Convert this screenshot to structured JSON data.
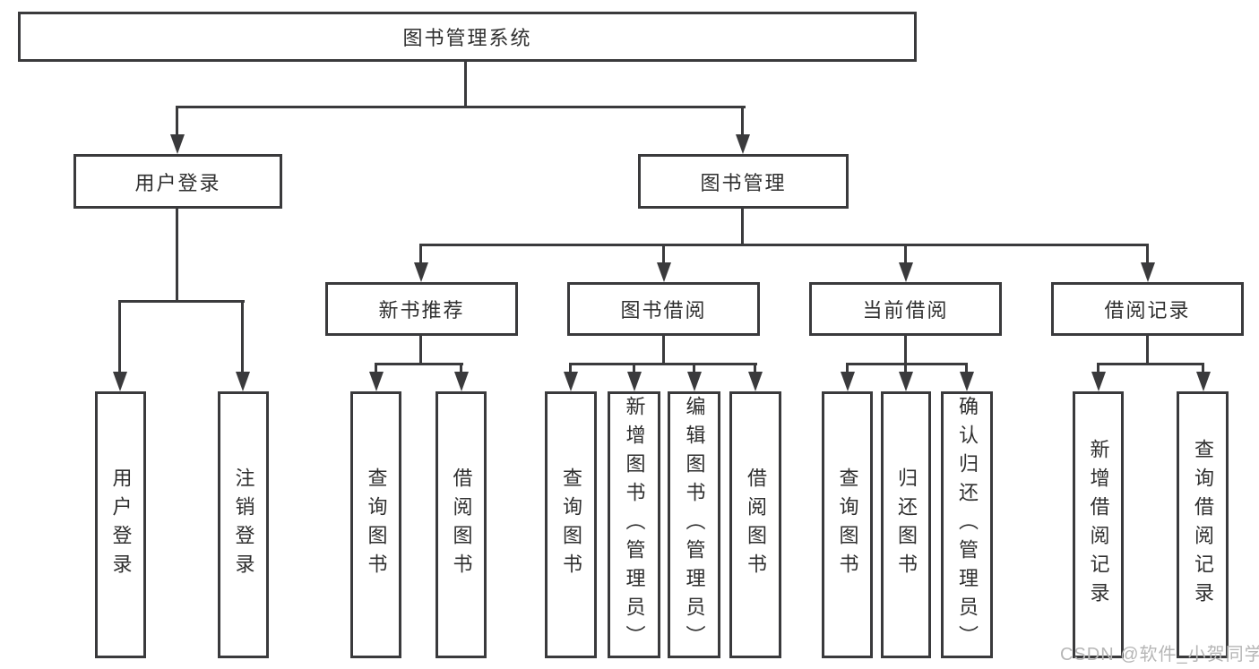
{
  "tree": {
    "root": {
      "label": "图书管理系统"
    },
    "user_branch": {
      "label": "用户登录",
      "children": [
        {
          "label": "用户登录"
        },
        {
          "label": "注销登录"
        }
      ]
    },
    "book_branch": {
      "label": "图书管理",
      "groups": [
        {
          "label": "新书推荐",
          "children": [
            {
              "label": "查询图书"
            },
            {
              "label": "借阅图书"
            }
          ]
        },
        {
          "label": "图书借阅",
          "children": [
            {
              "label": "查询图书"
            },
            {
              "label": "新增图书（管理员）"
            },
            {
              "label": "编辑图书（管理员）"
            },
            {
              "label": "借阅图书"
            }
          ]
        },
        {
          "label": "当前借阅",
          "children": [
            {
              "label": "查询图书"
            },
            {
              "label": "归还图书"
            },
            {
              "label": "确认归还（管理员）"
            }
          ]
        },
        {
          "label": "借阅记录",
          "children": [
            {
              "label": "新增借阅记录"
            },
            {
              "label": "查询借阅记录"
            }
          ]
        }
      ]
    }
  },
  "watermark": {
    "text": "CSDN @软件_小贺同学"
  },
  "colors": {
    "line": "#3a3a3c",
    "text": "#2f2f2f",
    "watermark": "#b6b6b6",
    "box_background": "#ffffff"
  }
}
